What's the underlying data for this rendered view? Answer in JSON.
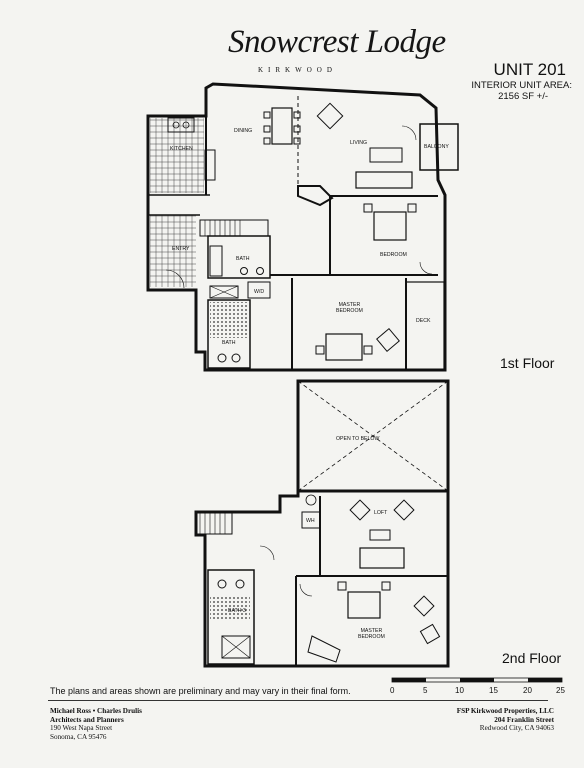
{
  "header": {
    "logo_script": "Snowcrest Lodge",
    "logo_sub": "KIRKWOOD",
    "unit_title": "UNIT 201",
    "unit_area_label": "INTERIOR UNIT AREA:",
    "unit_area_value": "2156 SF +/-"
  },
  "floors": {
    "first": "1st Floor",
    "second": "2nd Floor"
  },
  "rooms": {
    "dining": "DINING",
    "living": "LIVING",
    "balcony": "BALCONY",
    "kitchen": "KITCHEN",
    "entry": "ENTRY",
    "bath": "BATH",
    "wd": "W/D",
    "bedroom": "BEDROOM",
    "master_bedroom_l1": "MASTER",
    "master_bedroom_l2": "BEDROOM",
    "deck": "DECK",
    "bath_master": "BATH",
    "open_to_below": "OPEN TO BELOW",
    "loft": "LOFT",
    "wh": "WH",
    "bath_2": "BATH 3",
    "master_bedroom2_l1": "MASTER",
    "master_bedroom2_l2": "BEDROOM"
  },
  "scale_bar": {
    "labels": [
      "0",
      "5",
      "10",
      "15",
      "20",
      "25"
    ]
  },
  "footer": {
    "disclaimer": "The plans and areas shown are preliminary and may vary in their final form.",
    "architect_names": "Michael Ross • Charles Drulis",
    "architect_firm": "Architects and Planners",
    "architect_street": "190 West Napa Street",
    "architect_city": "Sonoma, CA  95476",
    "developer_name": "FSP Kirkwood Properties, LLC",
    "developer_street": "204 Franklin Street",
    "developer_city": "Redwood City, CA  94063"
  }
}
